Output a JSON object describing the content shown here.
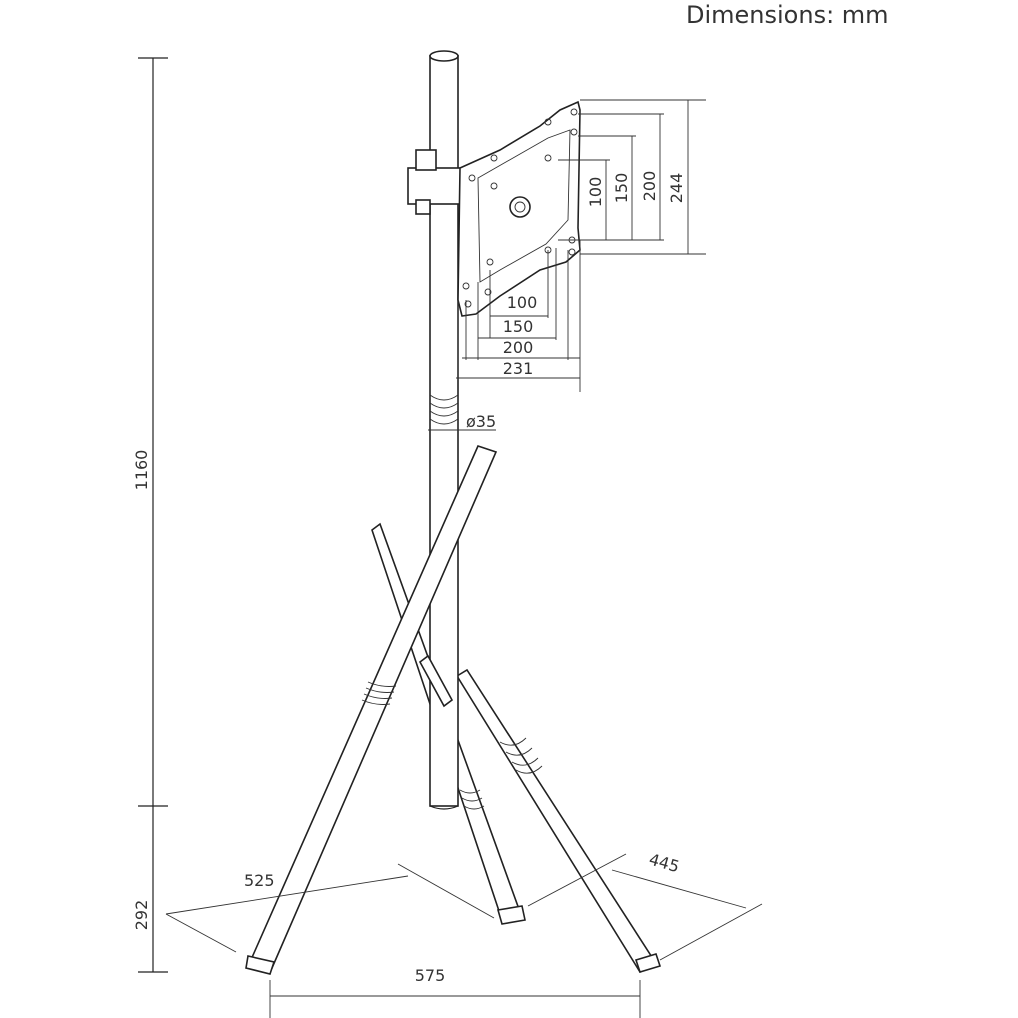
{
  "units_label": "Dimensions: mm",
  "dimensions": {
    "total_height": "1160",
    "base_height": "292",
    "plate_width_100": "100",
    "plate_width_150": "150",
    "plate_width_200": "200",
    "plate_width_231": "231",
    "plate_height_100": "100",
    "plate_height_150": "150",
    "plate_height_200": "200",
    "plate_height_244": "244",
    "pole_diameter": "ø35",
    "leg_left": "525",
    "leg_right": "445",
    "base_width": "575"
  }
}
